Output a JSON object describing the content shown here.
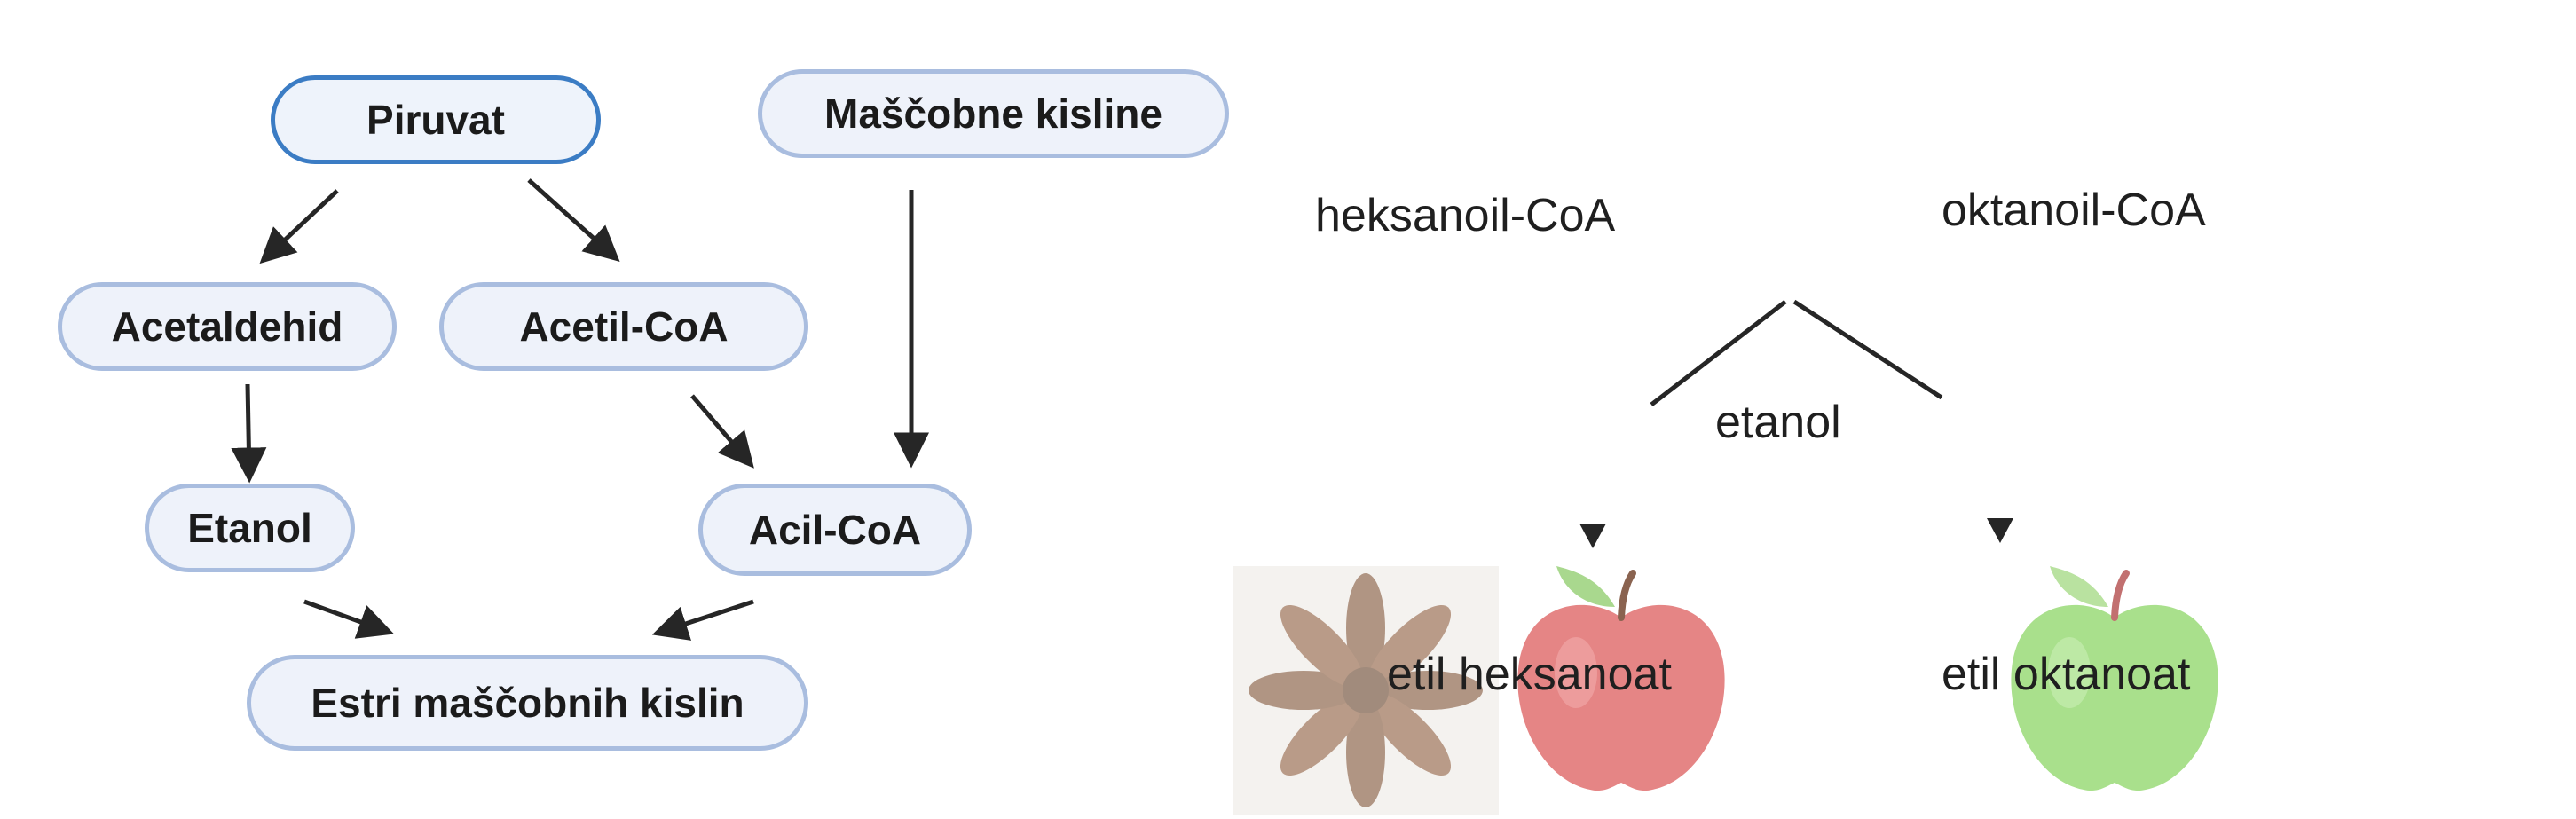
{
  "pathway": {
    "piruvat": "Piruvat",
    "mascobne_kisline": "Maščobne kisline",
    "acetaldehid": "Acetaldehid",
    "acetil_coa": "Acetil-CoA",
    "etanol": "Etanol",
    "acil_coa": "Acil-CoA",
    "estri": "Estri maščobnih kislin"
  },
  "esters": {
    "heksanoil_coa": "heksanoil-CoA",
    "oktanoil_coa": "oktanoil-CoA",
    "etanol": "etanol",
    "etil_heksanoat": "etil heksanoat",
    "etil_oktanoat": "etil oktanoat"
  },
  "colors": {
    "node_border": "#a9bddf",
    "node_border_primary": "#3b7cc4",
    "node_fill": "#eef2fa",
    "arrow": "#262626",
    "apple_red": "#e58585",
    "apple_green": "#a9e08c",
    "anise_brown": "#9b6b4e"
  },
  "icons": [
    "star-anise-icon",
    "red-apple-icon",
    "green-apple-icon"
  ]
}
